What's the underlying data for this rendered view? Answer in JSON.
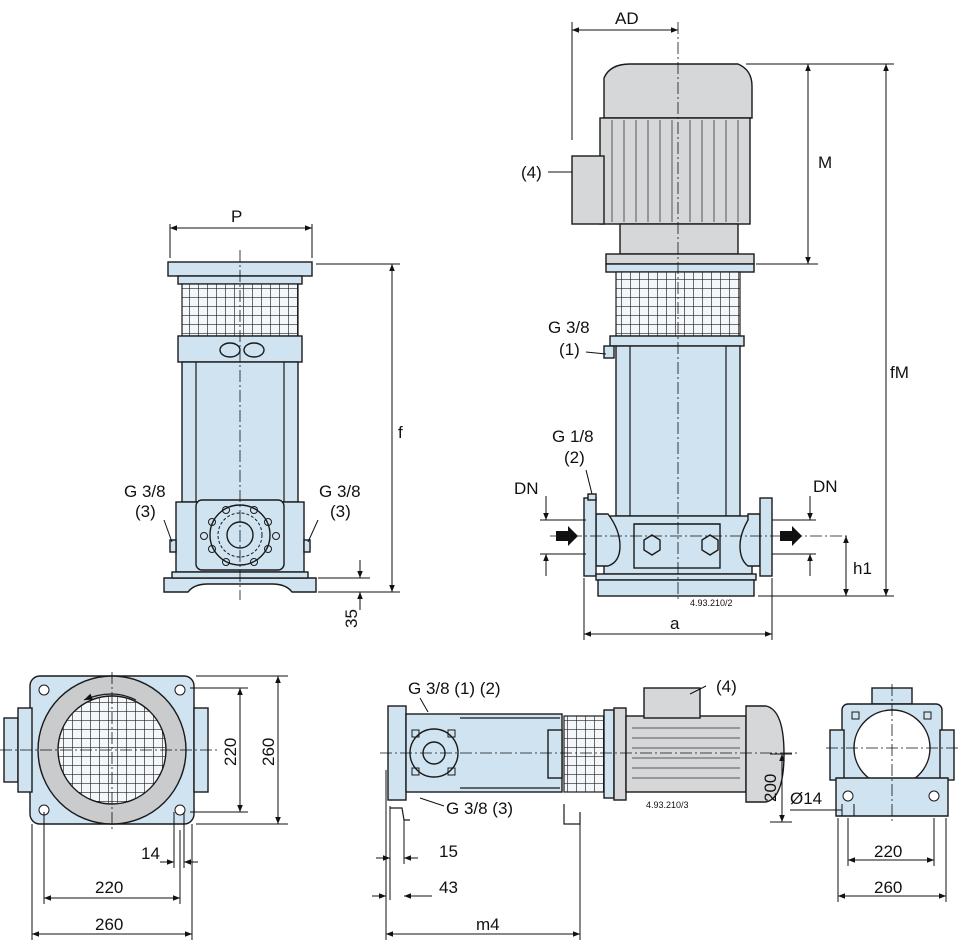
{
  "labels": {
    "p": "P",
    "f": "f",
    "dim_35": "35",
    "g38_3_left": "G 3/8",
    "n3_left": "(3)",
    "g38_3_right": "G 3/8",
    "n3_right": "(3)",
    "ad": "AD",
    "m": "M",
    "fm": "fM",
    "n4_top": "(4)",
    "g38_1": "G 3/8",
    "n1": "(1)",
    "g18": "G 1/8",
    "n2": "(2)",
    "dn_left": "DN",
    "dn_right": "DN",
    "h1": "h1",
    "a": "a",
    "ref_top": "4.93.210/2",
    "dim_220_v": "220",
    "dim_260_v": "260",
    "dim_14": "14",
    "dim_220_h": "220",
    "dim_260_h": "260",
    "g38_12": "G 3/8 (1) (2)",
    "n4_bottom": "(4)",
    "g38_3_bottom": "G 3/8 (3)",
    "ref_bottom": "4.93.210/3",
    "dim_200": "200",
    "dia14": "Ø14",
    "dim_15": "15",
    "dim_43": "43",
    "m4": "m4",
    "dim_220_r": "220",
    "dim_260_r": "260"
  }
}
